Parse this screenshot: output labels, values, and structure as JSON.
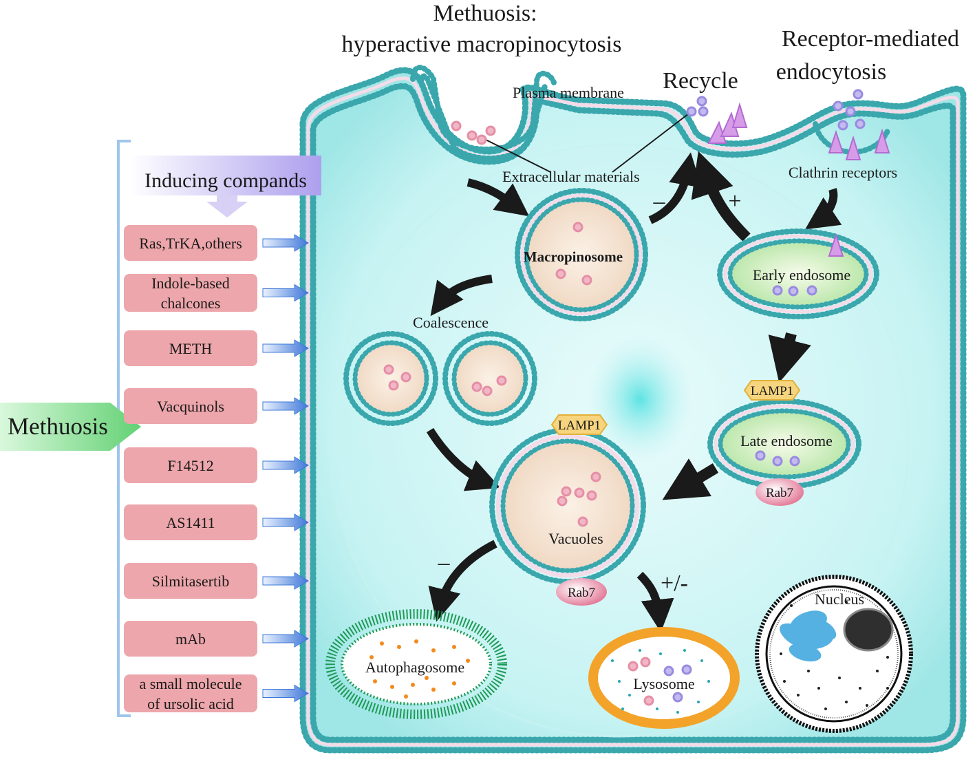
{
  "titles": {
    "methuosis_line1": "Methuosis:",
    "methuosis_line2": "hyperactive macropinocytosis",
    "recycle": "Recycle",
    "receptor_line1": "Receptor-mediated",
    "receptor_line2": "endocytosis"
  },
  "labels": {
    "plasma_membrane": "Plasma membrane",
    "extracellular_materials": "Extracellular materials",
    "clathrin_receptors": "Clathrin receptors",
    "macropinosome": "Macropinosome",
    "early_endosome": "Early endosome",
    "coalescence": "Coalescence",
    "late_endosome": "Late endosome",
    "vacuoles": "Vacuoles",
    "autophagosome": "Autophagosome",
    "lysosome": "Lysosome",
    "nucleus": "Nucleus",
    "lamp1_vacuole": "LAMP1",
    "lamp1_late": "LAMP1",
    "rab7_vacuole": "Rab7",
    "rab7_late": "Rab7"
  },
  "signs": {
    "macro_to_recycle": "–",
    "early_to_recycle": "+",
    "vacuole_to_autophagosome": "–",
    "vacuole_to_lysosome": "+/-"
  },
  "sidebar": {
    "methuosis": "Methuosis",
    "inducing_header": "Inducing compands",
    "compounds": [
      {
        "line1": "Ras,TrKA,others",
        "line2": ""
      },
      {
        "line1": "Indole-based",
        "line2": "chalcones"
      },
      {
        "line1": "METH",
        "line2": ""
      },
      {
        "line1": "Vacquinols",
        "line2": ""
      },
      {
        "line1": "F14512",
        "line2": ""
      },
      {
        "line1": "AS1411",
        "line2": ""
      },
      {
        "line1": "Silmitasertib",
        "line2": ""
      },
      {
        "line1": "mAb",
        "line2": ""
      },
      {
        "line1": "a small molecule",
        "line2": "of ursolic acid"
      }
    ]
  },
  "colors": {
    "cytoplasm": "#a9ecec",
    "membrane_bead": "#3aa7ad",
    "cargo_pink": "#e58fa6",
    "cargo_purple": "#9a8be0",
    "compound_box": "#eda6ab",
    "header_box": "#b1a6ec",
    "methuosis_tag": "#7fdc8c",
    "arrow": "#1a1a1a",
    "lysosome_bead": "#f3a32a",
    "autophagosome_ring": "#1e9a55",
    "chromatin": "#43a9df"
  }
}
